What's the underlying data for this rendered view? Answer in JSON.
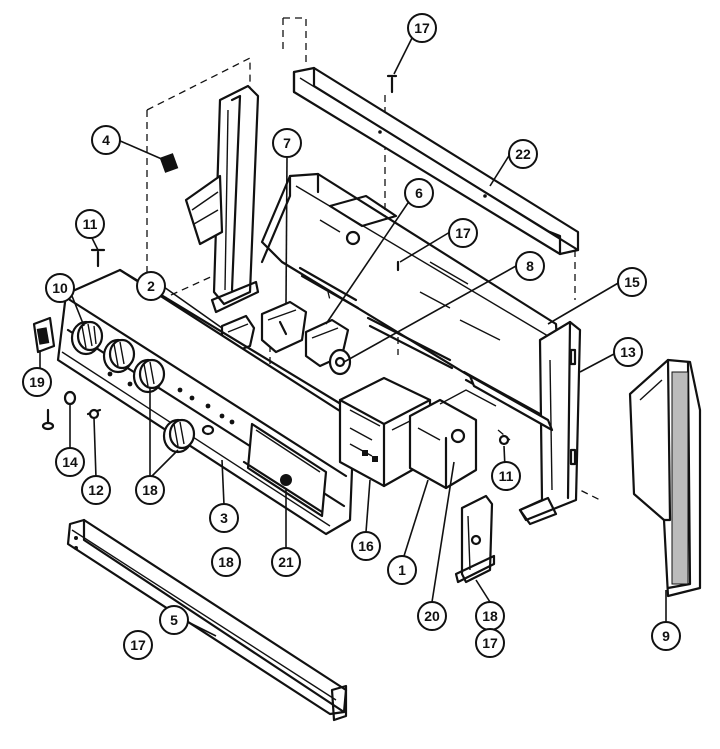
{
  "callouts": [
    {
      "id": "c17a",
      "label": "17"
    },
    {
      "id": "c4",
      "label": "4"
    },
    {
      "id": "c7",
      "label": "7"
    },
    {
      "id": "c22",
      "label": "22"
    },
    {
      "id": "c6",
      "label": "6"
    },
    {
      "id": "c11a",
      "label": "11"
    },
    {
      "id": "c17b",
      "label": "17"
    },
    {
      "id": "c2",
      "label": "2"
    },
    {
      "id": "c8",
      "label": "8"
    },
    {
      "id": "c10",
      "label": "10"
    },
    {
      "id": "c15",
      "label": "15"
    },
    {
      "id": "c13",
      "label": "13"
    },
    {
      "id": "c19",
      "label": "19"
    },
    {
      "id": "c14",
      "label": "14"
    },
    {
      "id": "c12",
      "label": "12"
    },
    {
      "id": "c18a",
      "label": "18"
    },
    {
      "id": "c3",
      "label": "3"
    },
    {
      "id": "c11b",
      "label": "11"
    },
    {
      "id": "c9",
      "label": "9"
    },
    {
      "id": "c16",
      "label": "16"
    },
    {
      "id": "c1",
      "label": "1"
    },
    {
      "id": "c18b",
      "label": "18"
    },
    {
      "id": "c21",
      "label": "21"
    },
    {
      "id": "c20",
      "label": "20"
    },
    {
      "id": "c18c",
      "label": "18"
    },
    {
      "id": "c17c",
      "label": "17"
    },
    {
      "id": "c5",
      "label": "5"
    },
    {
      "id": "c17d",
      "label": "17"
    }
  ]
}
